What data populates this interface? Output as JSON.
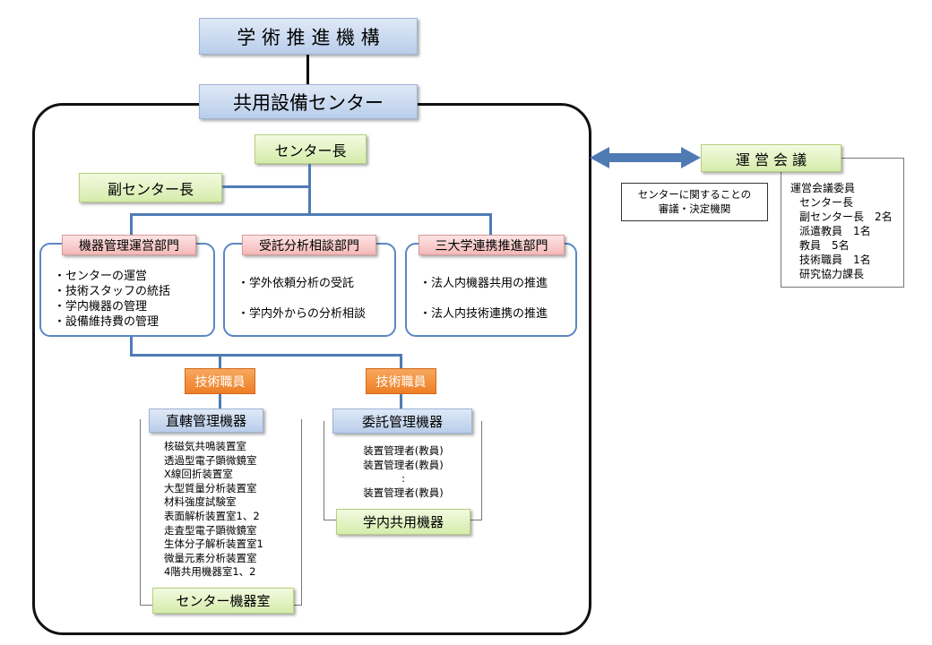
{
  "top_org": "学 術 推 進 機 構",
  "center": "共用設備センター",
  "director": "センター長",
  "vice_director": "副センター長",
  "departments": [
    {
      "name": "機器管理運営部門",
      "items": [
        "・センターの運営",
        "・技術スタッフの統括",
        "・学内機器の管理",
        "・設備維持費の管理"
      ]
    },
    {
      "name": "受託分析相談部門",
      "items": [
        "・学外依頼分析の受託",
        "・学内外からの分析相談"
      ]
    },
    {
      "name": "三大学連携推進部門",
      "items": [
        "・法人内機器共用の推進",
        "・法人内技術連携の推進"
      ]
    }
  ],
  "tech_staff_label": "技術職員",
  "direct_equipment": {
    "title": "直轄管理機器",
    "items": [
      "核磁気共鳴装置室",
      "透過型電子顕微鏡室",
      "X線回折装置室",
      "大型質量分析装置室",
      "材料強度試験室",
      "表面解析装置室1、2",
      "走査型電子顕微鏡室",
      "生体分子解析装置室1",
      "微量元素分析装置室",
      "4階共用機器室1、2"
    ],
    "footer": "センター機器室"
  },
  "entrusted_equipment": {
    "title": "委託管理機器",
    "items": [
      "装置管理者(教員)",
      "装置管理者(教員)",
      ":",
      "装置管理者(教員)"
    ],
    "footer": "学内共用機器"
  },
  "council": {
    "title": "運 営 会 議",
    "description": [
      "センターに関することの",
      "審議・決定機関"
    ],
    "members": [
      "運営会議委員",
      "センター長",
      "副センター長　2名",
      "派遣教員　1名",
      "教員　5名",
      "技術職員　1名",
      "研究協力課長"
    ]
  },
  "colors": {
    "blue_box": "#b9cdea",
    "green_box": "#d5ecab",
    "pink_box": "#f4b8b8",
    "orange_box": "#ee7e26",
    "connector": "#4f7bb5"
  }
}
